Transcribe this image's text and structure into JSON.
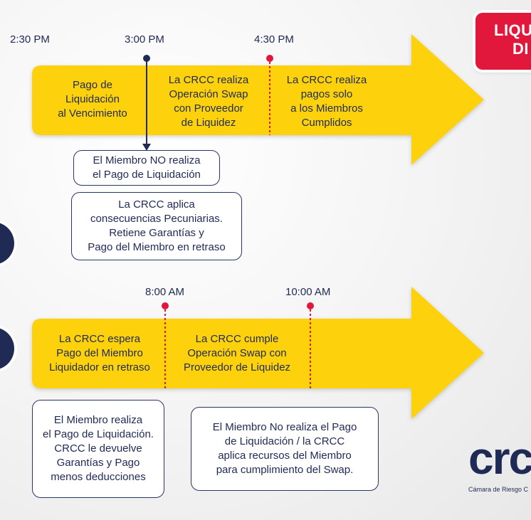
{
  "badge": {
    "line1": "LIQUI",
    "line2": "DI"
  },
  "timeline1": {
    "times": [
      "2:30 PM",
      "3:00 PM",
      "4:30 PM"
    ],
    "segments": [
      [
        "Pago de",
        "Liquidación",
        "al Vencimiento"
      ],
      [
        "La CRCC realiza",
        "Operación Swap",
        "con Proveedor",
        "de Liquidez"
      ],
      [
        "La CRCC realiza",
        "pagos solo",
        "a los Miembros",
        "Cumplidos"
      ]
    ],
    "box1": [
      "El Miembro NO realiza",
      "el Pago de Liquidación"
    ],
    "box2": [
      "La CRCC aplica",
      "consecuencias Pecuniarias.",
      "Retiene Garantías y",
      "Pago del Miembro en retraso"
    ]
  },
  "timeline2": {
    "times": [
      "8:00 AM",
      "10:00 AM"
    ],
    "segments": [
      [
        "La CRCC espera",
        "Pago del Miembro",
        "Liquidador en retraso"
      ],
      [
        "La CRCC cumple",
        "Operación Swap con",
        "Proveedor de Liquidez"
      ]
    ],
    "box1": [
      "El Miembro realiza",
      "el Pago de Liquidación.",
      "CRCC le devuelve",
      "Garantías y Pago",
      "menos deducciones"
    ],
    "box2": [
      "El Miembro No realiza el Pago",
      "de Liquidación / la CRCC",
      "aplica recursos del Miembro",
      "para cumplimiento del Swap."
    ]
  },
  "logo": {
    "text": "crc",
    "subtitle": "Cámara de Riesgo C"
  },
  "colors": {
    "arrow": "#fdd20c",
    "navy": "#1f2a55",
    "red": "#e2173c"
  }
}
